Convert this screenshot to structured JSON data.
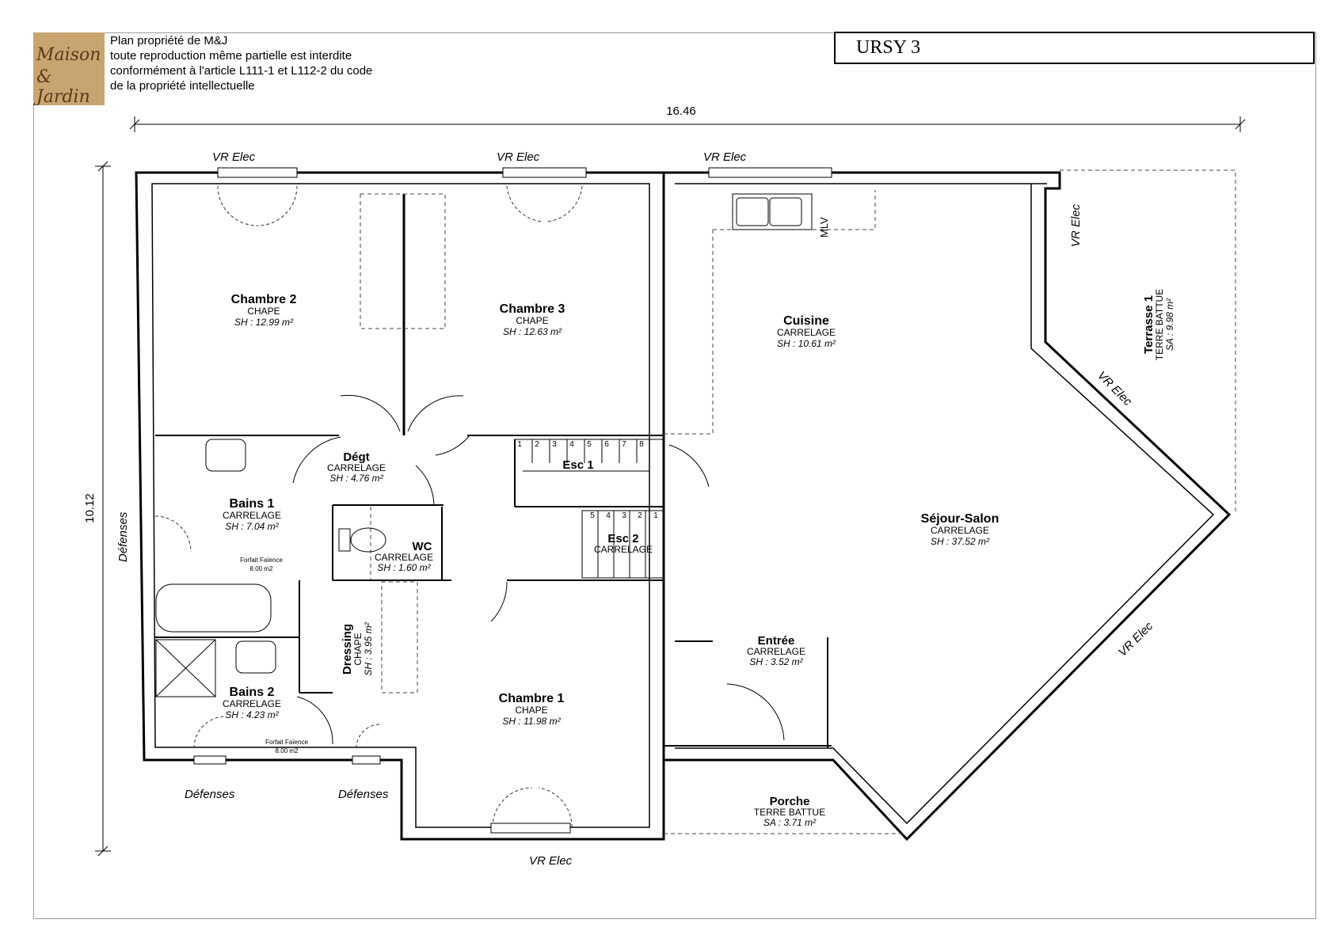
{
  "logo": {
    "line1": "Maison",
    "line2": "& Jardin"
  },
  "notice": [
    "Plan propriété de M&J",
    "toute reproduction même partielle est interdite",
    "conformément à l'article L111-1 et L112-2 du code",
    "de la propriété intellectuelle"
  ],
  "title": "URSY 3",
  "dimensions": {
    "width": "16.46",
    "height": "10.12"
  },
  "rooms": {
    "chambre2": {
      "name": "Chambre 2",
      "floor": "CHAPE",
      "area": "SH : 12.99 m²"
    },
    "chambre3": {
      "name": "Chambre 3",
      "floor": "CHAPE",
      "area": "SH : 12.63 m²"
    },
    "cuisine": {
      "name": "Cuisine",
      "floor": "CARRELAGE",
      "area": "SH : 10.61 m²"
    },
    "terrasse": {
      "name": "Terrasse 1",
      "floor": "TERRE BATTUE",
      "area": "SA : 9.98 m²"
    },
    "degt": {
      "name": "Dégt",
      "floor": "CARRELAGE",
      "area": "SH : 4.76 m²"
    },
    "esc1": {
      "name": "Esc 1"
    },
    "bains1": {
      "name": "Bains 1",
      "floor": "CARRELAGE",
      "area": "SH : 7.04 m²",
      "faience": "Forfait Faïence",
      "faience_area": "8.00 m2"
    },
    "wc": {
      "name": "WC",
      "floor": "CARRELAGE",
      "area": "SH : 1.60 m²"
    },
    "esc2": {
      "name": "Esc 2",
      "floor": "CARRELAGE"
    },
    "sejour": {
      "name": "Séjour-Salon",
      "floor": "CARRELAGE",
      "area": "SH : 37.52 m²"
    },
    "dressing": {
      "name": "Dressing",
      "floor": "CHAPE",
      "area": "SH : 3.95 m²"
    },
    "chambre1": {
      "name": "Chambre 1",
      "floor": "CHAPE",
      "area": "SH : 11.98 m²"
    },
    "entree": {
      "name": "Entrée",
      "floor": "CARRELAGE",
      "area": "SH : 3.52 m²"
    },
    "bains2": {
      "name": "Bains 2",
      "floor": "CARRELAGE",
      "area": "SH : 4.23 m²",
      "faience": "Forfait Faïence",
      "faience_area": "8.00 m2"
    },
    "porche": {
      "name": "Porche",
      "floor": "TERRE BATTUE",
      "area": "SA : 3.71 m²"
    }
  },
  "labels": {
    "vr": "VR Elec",
    "defenses": "Défenses",
    "mlv": "MLV"
  },
  "stairs": {
    "esc1_steps": [
      "1",
      "2",
      "3",
      "4",
      "5",
      "6",
      "7",
      "8"
    ],
    "esc2_steps": [
      "5",
      "4",
      "3",
      "2",
      "1"
    ]
  }
}
